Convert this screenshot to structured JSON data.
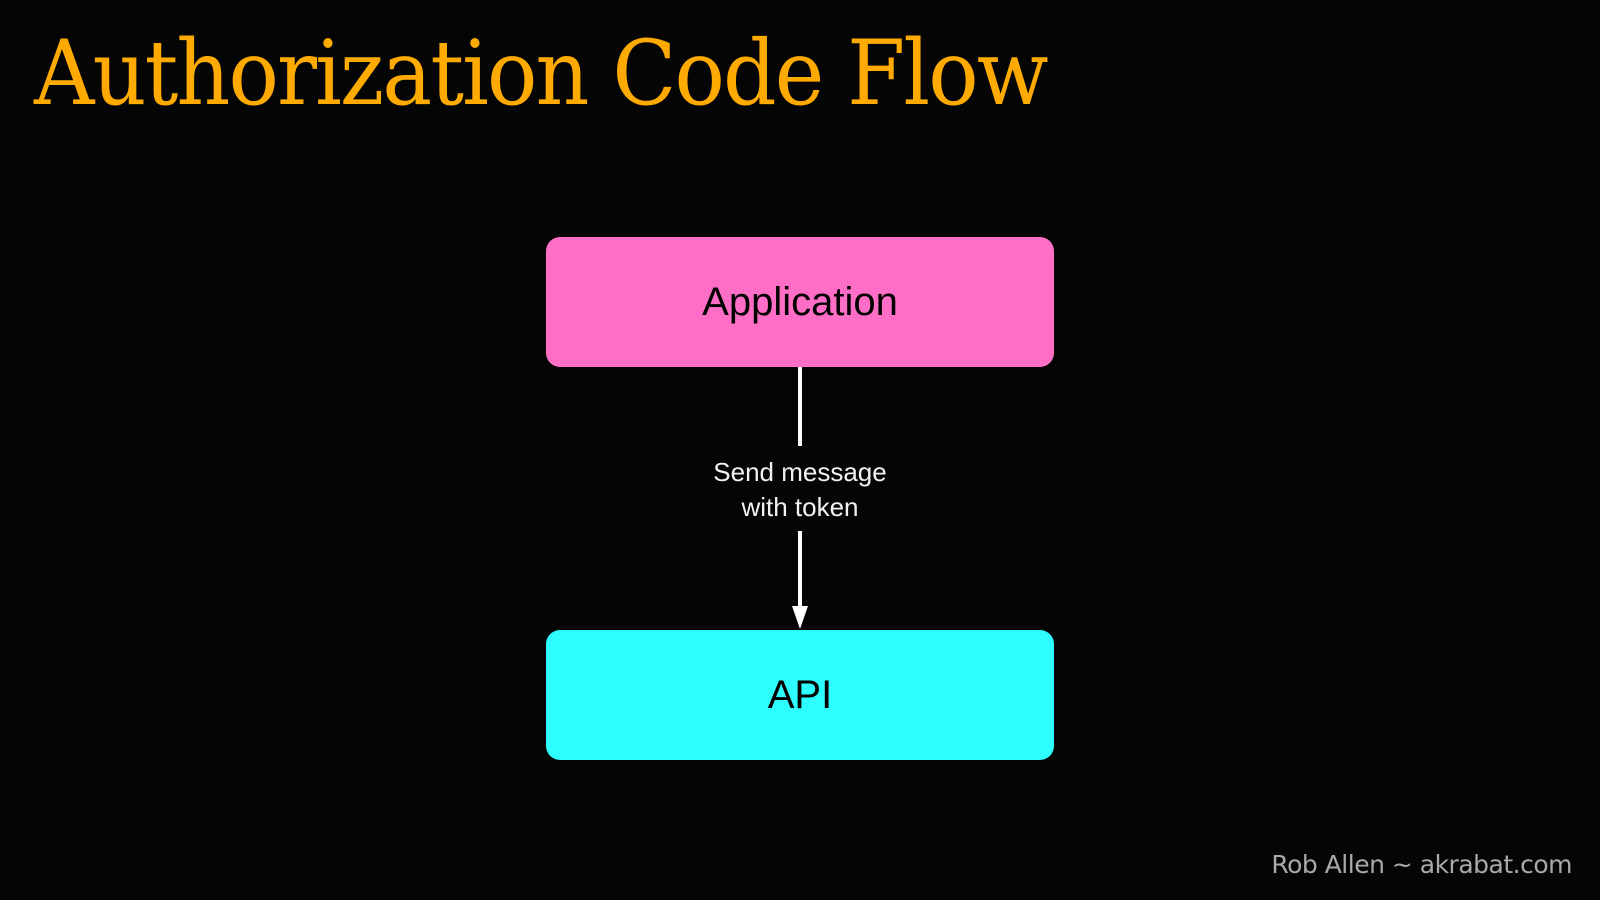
{
  "slide": {
    "title": "Authorization Code Flow",
    "footer": "Rob Allen ~ akrabat.com"
  },
  "diagram": {
    "nodes": [
      {
        "id": "application",
        "label": "Application",
        "color": "#ff6ec6"
      },
      {
        "id": "api",
        "label": "API",
        "color": "#2efdff"
      }
    ],
    "edges": [
      {
        "from": "application",
        "to": "api",
        "label_line1": "Send message",
        "label_line2": "with token"
      }
    ]
  },
  "colors": {
    "background": "#050505",
    "title": "#ffaa00",
    "footer": "#a9a9a9",
    "arrow": "#ffffff"
  }
}
